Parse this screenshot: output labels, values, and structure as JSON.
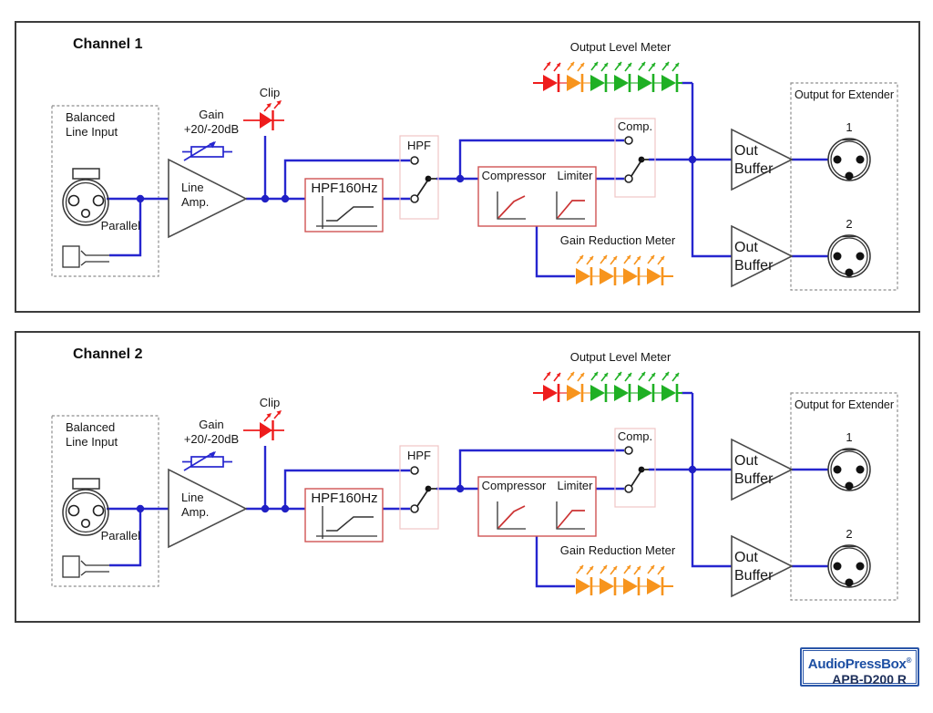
{
  "colors": {
    "wire_blue": "#2626cf",
    "junction_blue": "#2020c4",
    "diagram_red_box": "#cf5454",
    "switch_pink_box": "#efc6c6",
    "led_red": "#ee1c1c",
    "led_orange": "#f7941d",
    "led_green": "#1fb024",
    "logo_blue": "#1d4fa3",
    "logo_dark_blue": "#1c2e5a"
  },
  "channels": [
    {
      "title": "Channel 1",
      "labels": {
        "input_line1": "Balanced",
        "input_line2": "Line Input",
        "parallel": "Parallel",
        "gain_line1": "Gain",
        "gain_line2": "+20/-20dB",
        "clip": "Clip",
        "amp_line1": "Line",
        "amp_line2": "Amp.",
        "hpf_block": "HPF160Hz",
        "hpf_switch": "HPF",
        "compressor": "Compressor",
        "limiter": "Limiter",
        "comp_switch": "Comp.",
        "out_buffer1_line1": "Out",
        "out_buffer1_line2": "Buffer",
        "out_buffer2_line1": "Out",
        "out_buffer2_line2": "Buffer",
        "extender_box": "Output for Extender",
        "xlr1": "1",
        "xlr2": "2"
      },
      "output_level_meter": {
        "label": "Output Level Meter",
        "leds": [
          "red",
          "orange",
          "green",
          "green",
          "green",
          "green"
        ]
      },
      "gain_reduction_meter": {
        "label": "Gain Reduction Meter",
        "leds": [
          "orange",
          "orange",
          "orange",
          "orange"
        ]
      }
    },
    {
      "title": "Channel 2",
      "labels": {
        "input_line1": "Balanced",
        "input_line2": "Line Input",
        "parallel": "Parallel",
        "gain_line1": "Gain",
        "gain_line2": "+20/-20dB",
        "clip": "Clip",
        "amp_line1": "Line",
        "amp_line2": "Amp.",
        "hpf_block": "HPF160Hz",
        "hpf_switch": "HPF",
        "compressor": "Compressor",
        "limiter": "Limiter",
        "comp_switch": "Comp.",
        "out_buffer1_line1": "Out",
        "out_buffer1_line2": "Buffer",
        "out_buffer2_line1": "Out",
        "out_buffer2_line2": "Buffer",
        "extender_box": "Output for Extender",
        "xlr1": "1",
        "xlr2": "2"
      },
      "output_level_meter": {
        "label": "Output Level Meter",
        "leds": [
          "red",
          "orange",
          "green",
          "green",
          "green",
          "green"
        ]
      },
      "gain_reduction_meter": {
        "label": "Gain Reduction Meter",
        "leds": [
          "orange",
          "orange",
          "orange",
          "orange"
        ]
      }
    }
  ],
  "logo": {
    "brand": "AudioPressBox",
    "registered": "®",
    "model": "APB-D200 R"
  }
}
